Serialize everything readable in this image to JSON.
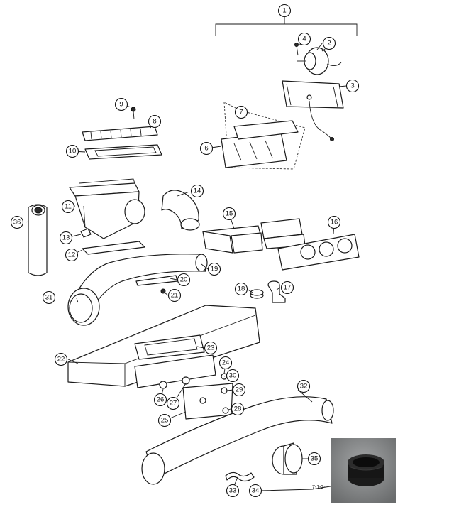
{
  "callouts": [
    {
      "label": "1"
    },
    {
      "label": "2"
    },
    {
      "label": "3"
    },
    {
      "label": "4"
    },
    {
      "label": "6"
    },
    {
      "label": "7"
    },
    {
      "label": "8"
    },
    {
      "label": "9"
    },
    {
      "label": "10"
    },
    {
      "label": "11"
    },
    {
      "label": "12"
    },
    {
      "label": "13"
    },
    {
      "label": "14"
    },
    {
      "label": "15"
    },
    {
      "label": "16"
    },
    {
      "label": "17"
    },
    {
      "label": "18"
    },
    {
      "label": "19"
    },
    {
      "label": "20"
    },
    {
      "label": "21"
    },
    {
      "label": "22"
    },
    {
      "label": "23"
    },
    {
      "label": "24"
    },
    {
      "label": "25"
    },
    {
      "label": "26"
    },
    {
      "label": "27"
    },
    {
      "label": "28"
    },
    {
      "label": "29"
    },
    {
      "label": "30"
    },
    {
      "label": "31"
    },
    {
      "label": "32"
    },
    {
      "label": "33"
    },
    {
      "label": "34"
    },
    {
      "label": "35"
    },
    {
      "label": "36"
    }
  ],
  "photo_caption": "7-1-2-"
}
